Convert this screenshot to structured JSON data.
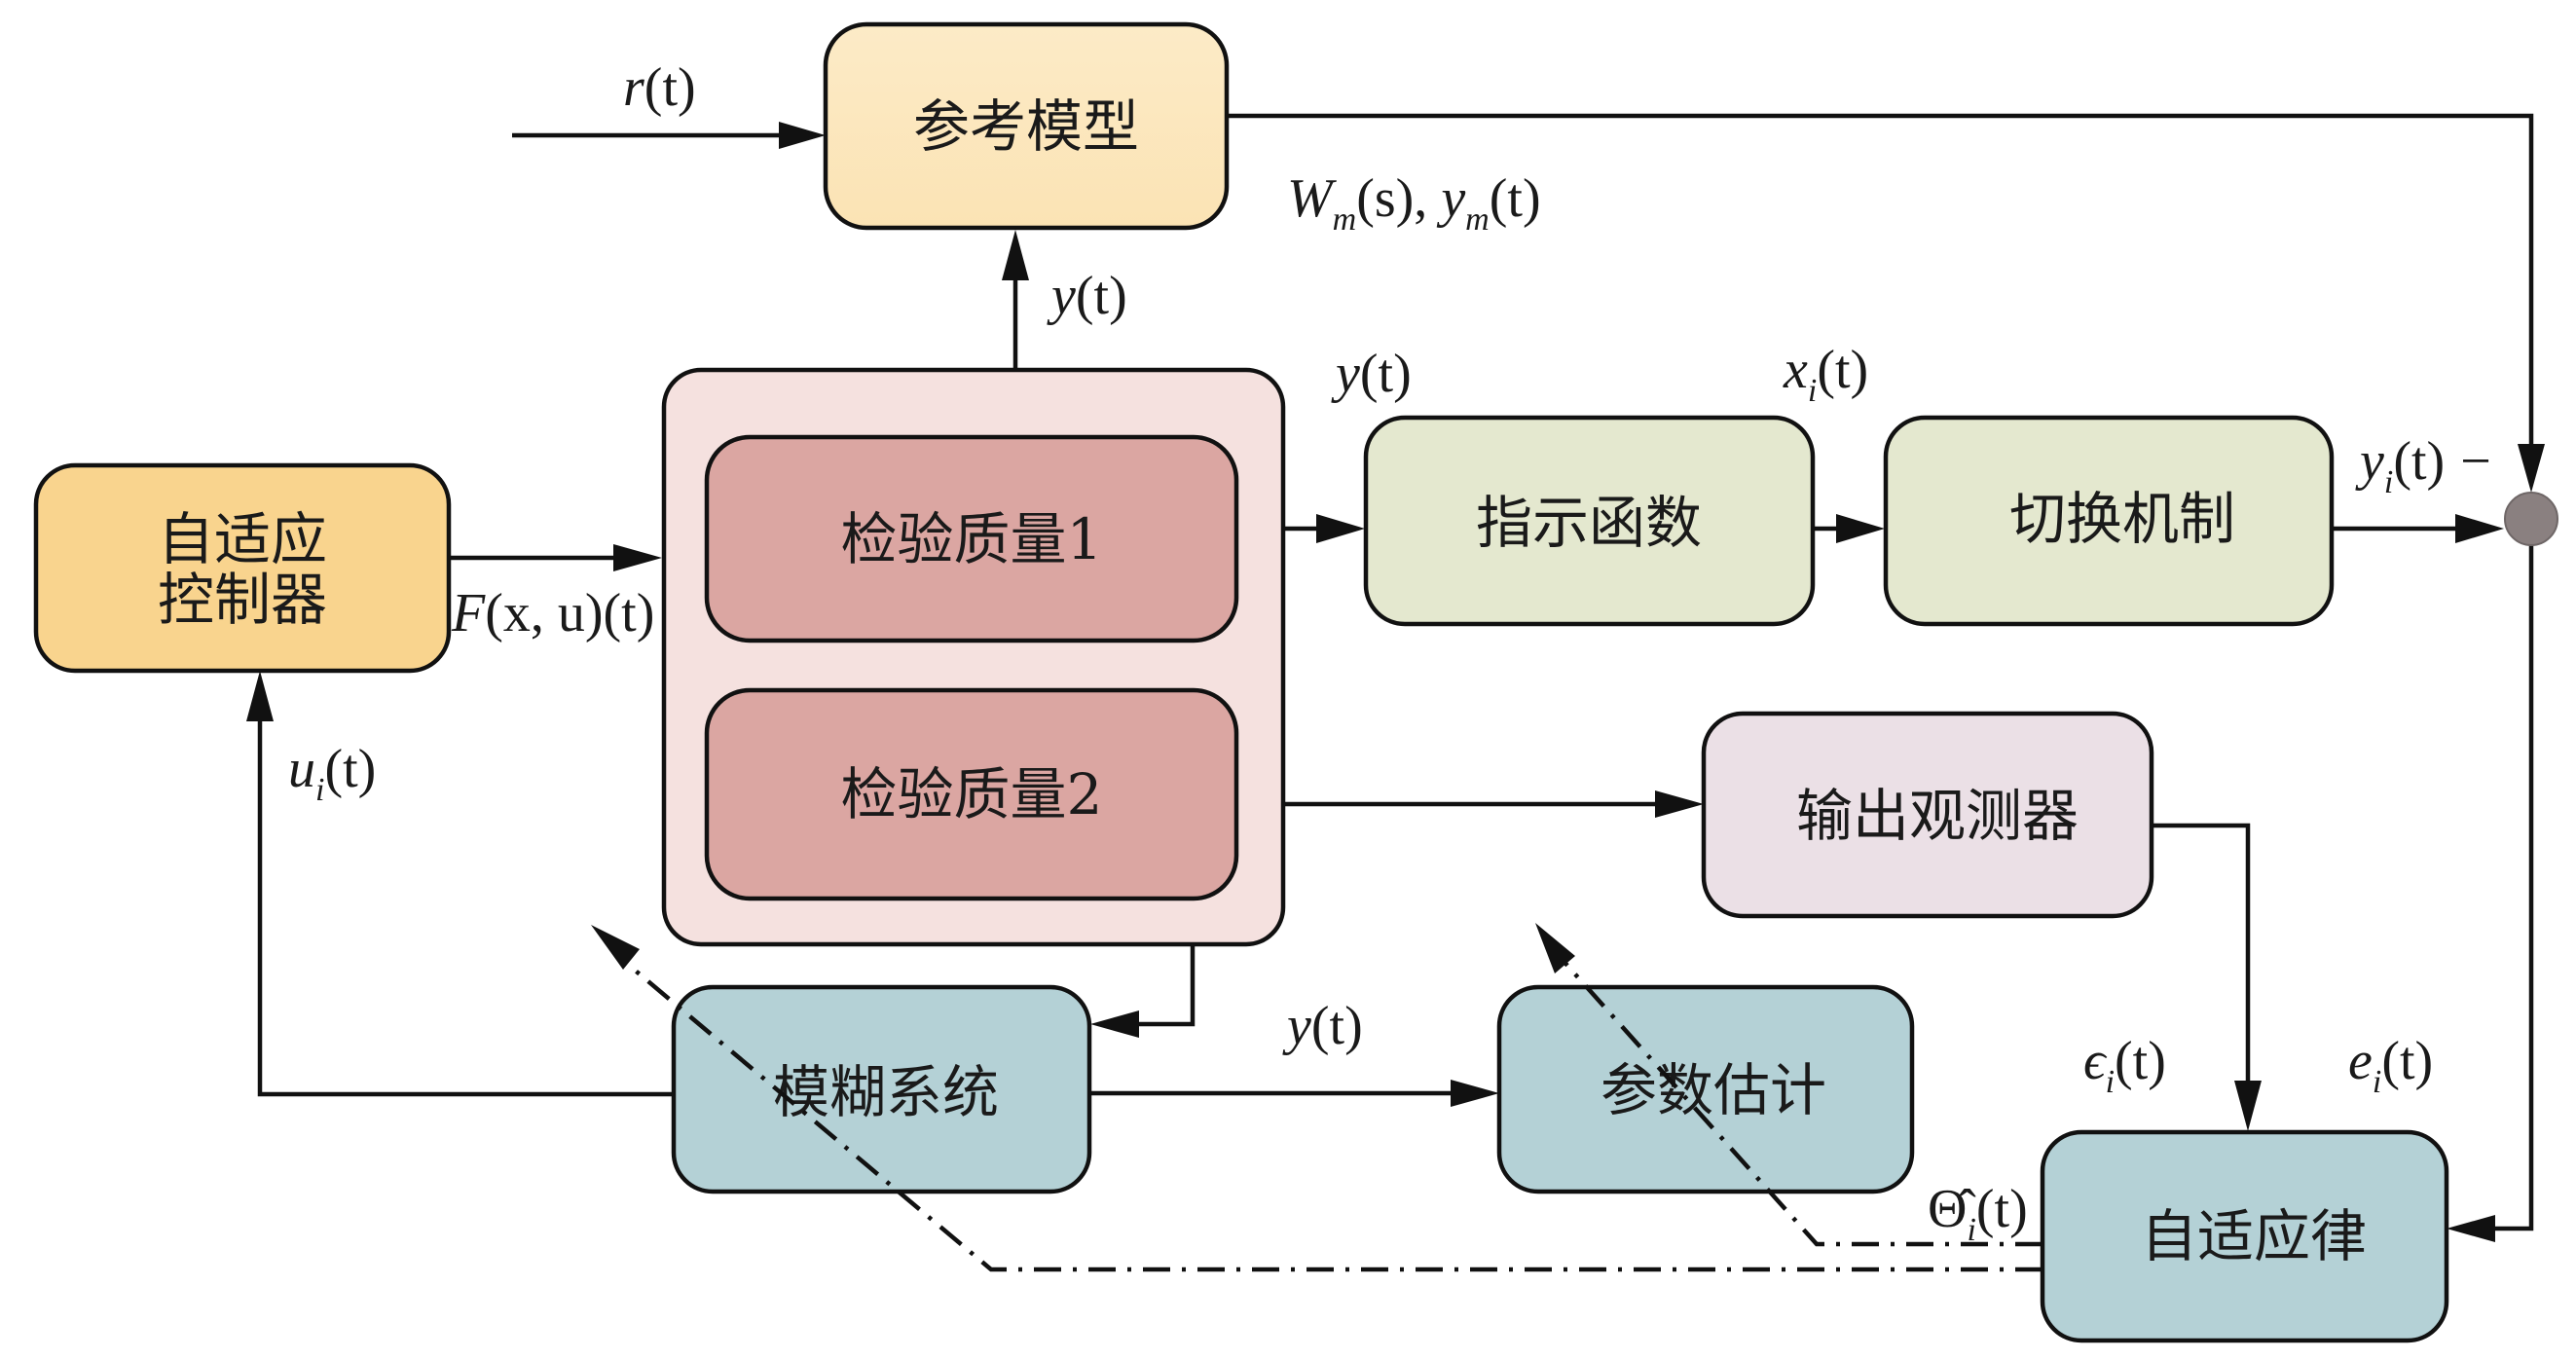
{
  "diagram": {
    "type": "block-diagram",
    "colors": {
      "reference_model": "#fbe6bb",
      "controller": "#f9d48e",
      "proof_mass_container": "#f5e1df",
      "proof_mass": "#dba6a2",
      "indicator": "#e4e8cf",
      "observer": "#ebe0e6",
      "estimation": "#b4d1d6",
      "junction": "#8a8080"
    },
    "blocks": {
      "reference_model": "参考模型",
      "adaptive_controller_line1": "自适应",
      "adaptive_controller_line2": "控制器",
      "proof_mass_1": "检验质量1",
      "proof_mass_2": "检验质量2",
      "indicator_function": "指示函数",
      "switching_mechanism": "切换机制",
      "output_observer": "输出观测器",
      "fuzzy_system": "模糊系统",
      "parameter_estimation": "参数估计",
      "adaptive_law": "自适应律"
    },
    "signals": {
      "r": {
        "base": "r",
        "arg": "(t)"
      },
      "model": {
        "W": "W",
        "m1": "m",
        "s": "(s), ",
        "y": "y",
        "m2": "m",
        "t": "(t)"
      },
      "y_up": {
        "base": "y",
        "arg": "(t)"
      },
      "y_right": {
        "base": "y",
        "arg": "(t)"
      },
      "x_i": {
        "base": "x",
        "sub": "i",
        "arg": "(t)"
      },
      "y_i": {
        "base": "y",
        "sub": "i",
        "arg": "(t)",
        "sign": "−"
      },
      "F": {
        "base": "F",
        "args": "(x, u)(t)"
      },
      "u_i": {
        "base": "u",
        "sub": "i",
        "arg": "(t)"
      },
      "y_fuzzy": {
        "base": "y",
        "arg": "(t)"
      },
      "epsilon_i": {
        "base": "ϵ",
        "sub": "i",
        "arg": "(t)"
      },
      "e_i": {
        "base": "e",
        "sub": "i",
        "arg": "(t)"
      },
      "theta_i": {
        "base": "Θ̂",
        "sub": "i",
        "arg": "(t)"
      }
    }
  }
}
